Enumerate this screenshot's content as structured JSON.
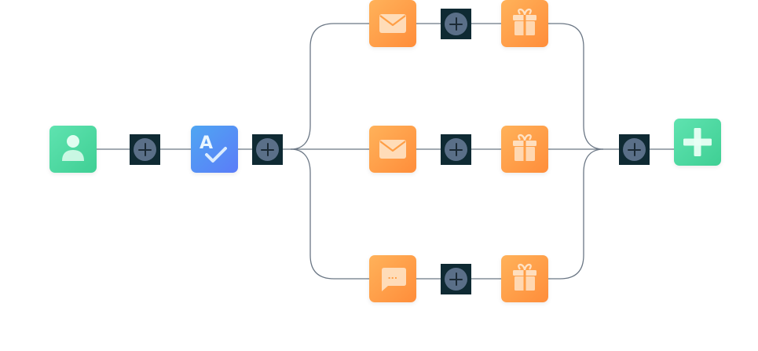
{
  "diagram": {
    "connector_color": "#6b7785",
    "nodes": [
      {
        "id": "trigger-user",
        "icon": "user-icon",
        "color": "green"
      },
      {
        "id": "condition-check",
        "icon": "spell-check-icon",
        "color": "blue",
        "glyph": "A"
      },
      {
        "id": "email-1",
        "icon": "envelope-icon",
        "color": "orange"
      },
      {
        "id": "gift-1",
        "icon": "gift-icon",
        "color": "orange"
      },
      {
        "id": "email-2",
        "icon": "envelope-icon",
        "color": "orange"
      },
      {
        "id": "gift-2",
        "icon": "gift-icon",
        "color": "orange"
      },
      {
        "id": "message-3",
        "icon": "chat-bubble-icon",
        "color": "orange",
        "glyph": "..."
      },
      {
        "id": "gift-3",
        "icon": "gift-icon",
        "color": "orange"
      },
      {
        "id": "end-add",
        "icon": "plus-icon",
        "color": "green"
      }
    ],
    "add_buttons": [
      "add-step-1",
      "add-step-2",
      "add-step-branch-1",
      "add-step-branch-2",
      "add-step-branch-3",
      "add-step-merge"
    ]
  }
}
